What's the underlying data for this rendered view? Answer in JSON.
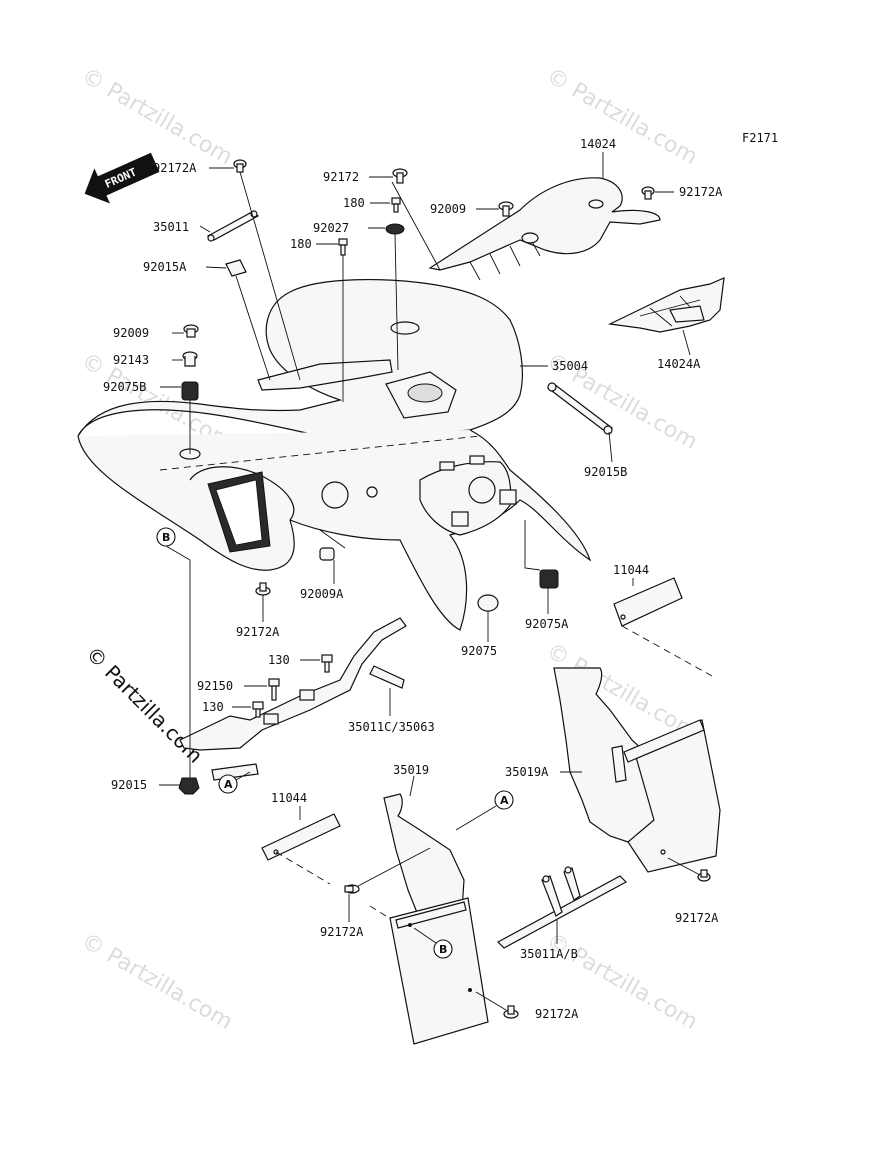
{
  "figure_code": "F2171",
  "front_label": "FRONT",
  "watermark": "© Partzilla.com",
  "side_watermark": "© Partzilla.com",
  "callouts": [
    "A",
    "B"
  ],
  "parts": {
    "p92172A_top": "92172A",
    "p35011": "35011",
    "p92015A": "92015A",
    "p92009_left": "92009",
    "p92143": "92143",
    "p92075B": "92075B",
    "p92172": "92172",
    "p180_top": "180",
    "p92027": "92027",
    "p180_mid": "180",
    "p92009_top": "92009",
    "p14024": "14024",
    "p92172A_right": "92172A",
    "p14024A": "14024A",
    "p35004": "35004",
    "p92015B": "92015B",
    "p92172A_fender": "92172A",
    "p92009A": "92009A",
    "p92075": "92075",
    "p92075A": "92075A",
    "p11044_right": "11044",
    "p130_top": "130",
    "p92150": "92150",
    "p130_left": "130",
    "p35011C": "35011C/35063",
    "p92015": "92015",
    "p35019": "35019",
    "p35019A": "35019A",
    "p11044_left": "11044",
    "p92172A_flapleft": "92172A",
    "p92172A_flapright": "92172A",
    "p35011AB": "35011A/B",
    "p92172A_bottom": "92172A"
  }
}
